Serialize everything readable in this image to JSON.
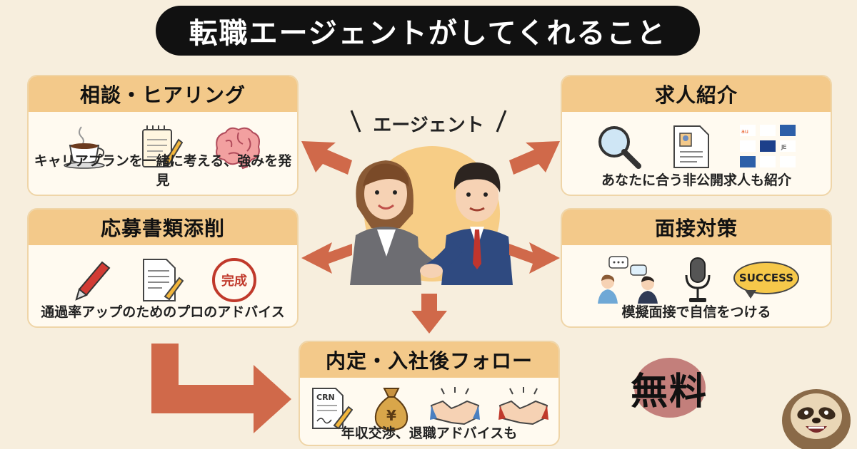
{
  "title": "転職エージェントがしてくれること",
  "center": {
    "label": "エージェント"
  },
  "cards": {
    "consult": {
      "heading": "相談・ヒアリング",
      "caption": "キャリアプランを一緒に考える、強みを発見"
    },
    "jobs": {
      "heading": "求人紹介",
      "caption": "あなたに合う非公開求人も紹介"
    },
    "docs": {
      "heading": "応募書類添削",
      "caption": "通過率アップのためのプロのアドバイス",
      "stamp_text": "完成"
    },
    "interview": {
      "heading": "面接対策",
      "caption": "模擬面接で自信をつける",
      "bubble_text": "SUCCESS"
    },
    "offer": {
      "heading": "内定・入社後フォロー",
      "caption": "年収交渉、退職アドバイスも",
      "doc_text": "CRN",
      "bag_text": "¥"
    }
  },
  "free_badge": "無料",
  "icons": [
    "coffee-icon",
    "notepad-icon",
    "brain-icon",
    "magnifier-icon",
    "resume-icon",
    "company-logos-icon",
    "pen-icon",
    "document-icon",
    "stamp-icon",
    "speech-bubble-icon",
    "microphone-icon",
    "contract-icon",
    "money-bag-icon",
    "handshake-icon",
    "sloth-mascot-icon"
  ],
  "colors": {
    "title_bg": "#111111",
    "card_header": "#f3c98a",
    "arrow": "#d0694a",
    "background": "#f7eedd"
  }
}
